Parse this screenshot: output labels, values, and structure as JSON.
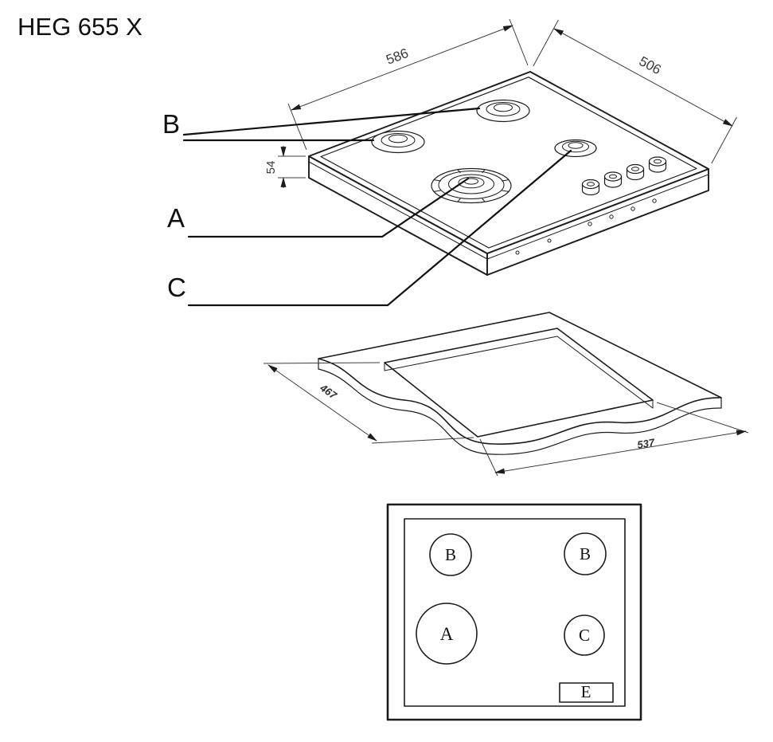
{
  "title": "HEG 655 X",
  "colors": {
    "line": "#1c1c1c",
    "background": "#ffffff"
  },
  "isometric_view": {
    "description": "gas hob perspective drawing",
    "dimensions": {
      "width_mm": "586",
      "depth_mm": "506",
      "height_mm": "54"
    },
    "burner_labels": {
      "b": "B",
      "a": "A",
      "c": "C"
    }
  },
  "cutout_view": {
    "description": "worktop cutout drawing",
    "dimensions": {
      "depth_mm": "467",
      "width_mm": "537"
    }
  },
  "plan_view": {
    "description": "burner layout schematic",
    "burners": {
      "top_left": "B",
      "top_right": "B",
      "bottom_left": "A",
      "bottom_right": "C"
    },
    "control_panel": "E"
  }
}
